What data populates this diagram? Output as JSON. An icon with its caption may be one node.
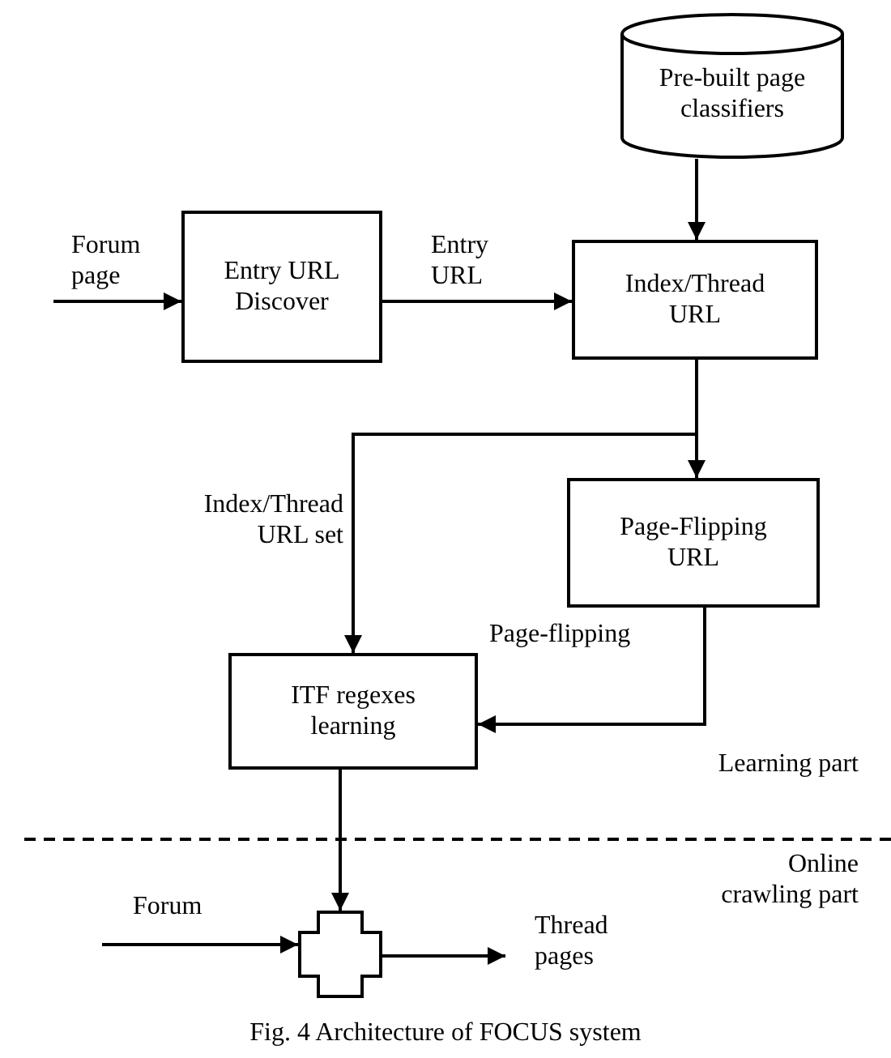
{
  "diagram": {
    "caption": "Fig. 4 Architecture of FOCUS system",
    "nodes": [
      {
        "text": [
          "Pre-built page classifiers"
        ]
      },
      {
        "text": [
          "Entry URL Discover"
        ]
      },
      {
        "text": [
          "Index/Thread URL"
        ]
      },
      {
        "text": [
          "Page-Flipping URL"
        ]
      },
      {
        "text": [
          "ITF regexes learning"
        ]
      },
      {
        "text": [],
        "shape": "cross"
      }
    ],
    "edges": [
      {
        "from": null,
        "to": 1,
        "arrow": "to",
        "label": "Forum page"
      },
      {
        "from": 1,
        "to": 2,
        "arrow": "to",
        "label": "Entry URL"
      },
      {
        "from": 0,
        "to": 2,
        "arrow": "to"
      },
      {
        "from": 2,
        "to": 3,
        "arrow": "to"
      },
      {
        "from": 2,
        "to": 4,
        "arrow": "to",
        "label": "Index/Thread URL set"
      },
      {
        "from": 3,
        "to": 4,
        "arrow": "to",
        "label": "Page-flipping"
      },
      {
        "from": 4,
        "to": 5,
        "arrow": "to"
      },
      {
        "from": null,
        "to": 5,
        "arrow": "to",
        "label": "Forum"
      },
      {
        "from": 5,
        "to": null,
        "arrow": "to",
        "label": "Thread pages"
      }
    ],
    "labels": [
      "Learning part",
      "Online crawling part"
    ]
  }
}
